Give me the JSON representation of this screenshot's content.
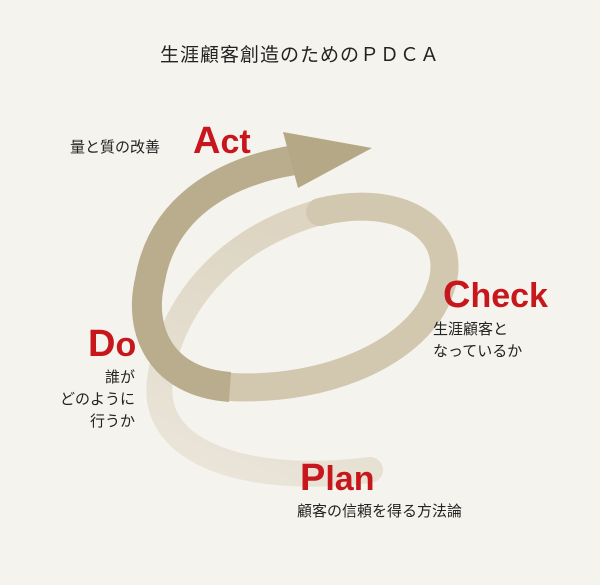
{
  "title": "生涯顧客創造のためのＰＤＣＡ",
  "stages": {
    "act": {
      "cap": "A",
      "rest": "ct",
      "desc": "量と質の改善"
    },
    "check": {
      "cap": "C",
      "rest": "heck",
      "desc": [
        "生涯顧客と",
        "なっているか"
      ]
    },
    "do": {
      "cap": "D",
      "rest": "o",
      "desc": [
        "誰が",
        "どのように",
        "行うか"
      ]
    },
    "plan": {
      "cap": "P",
      "rest": "lan",
      "desc": "顧客の信頼を得る方法論"
    }
  },
  "colors": {
    "accent": "#c8161d",
    "stroke_dark": "#b5a886",
    "stroke_light": "#e3ddcf",
    "background": "#f5f3ed"
  }
}
